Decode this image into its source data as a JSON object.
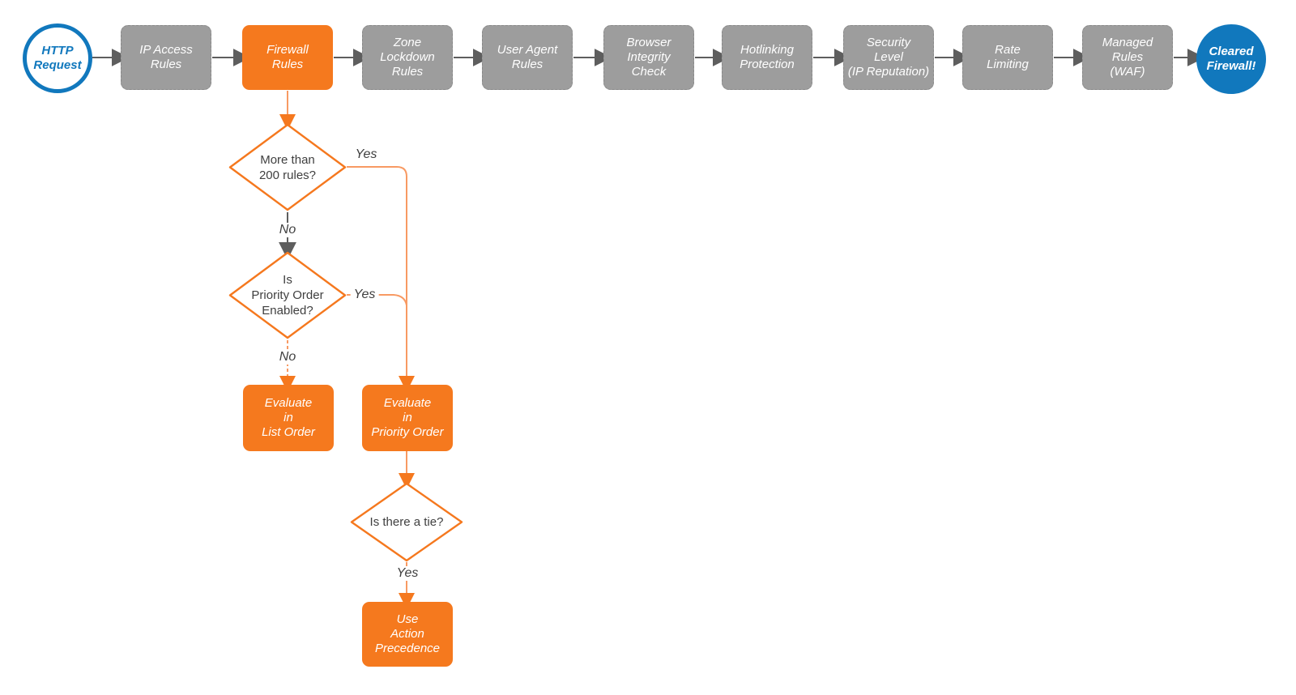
{
  "diagram": {
    "type": "flowchart",
    "colors": {
      "orange_fill": "#f5791e",
      "orange_connector": "#f89a63",
      "gray_fill": "#9d9d9d",
      "gray_connector": "#5e5e5e",
      "blue": "#1178bd",
      "diamond_text": "#3f3f3f",
      "node_text": "#ffffff"
    },
    "nodes": {
      "start": {
        "label": "HTTP\nRequest"
      },
      "ip_access": {
        "label": "IP Access\nRules"
      },
      "firewall": {
        "label": "Firewall\nRules"
      },
      "zone_lockdown": {
        "label": "Zone\nLockdown\nRules"
      },
      "user_agent": {
        "label": "User Agent\nRules"
      },
      "browser_integrity": {
        "label": "Browser\nIntegrity\nCheck"
      },
      "hotlinking": {
        "label": "Hotlinking\nProtection"
      },
      "security_level": {
        "label": "Security\nLevel\n(IP Reputation)"
      },
      "rate_limiting": {
        "label": "Rate\nLimiting"
      },
      "managed_rules": {
        "label": "Managed\nRules\n(WAF)"
      },
      "end": {
        "label": "Cleared\nFirewall!"
      },
      "decision_more_200": {
        "label": "More than\n200 rules?"
      },
      "decision_priority_enabled": {
        "label": "Is\nPriority Order\nEnabled?"
      },
      "decision_tie": {
        "label": "Is there a tie?"
      },
      "eval_list": {
        "label": "Evaluate\nin\nList Order"
      },
      "eval_priority": {
        "label": "Evaluate\nin\nPriority Order"
      },
      "use_action": {
        "label": "Use\nAction\nPrecedence"
      }
    },
    "edge_labels": {
      "d1_yes": "Yes",
      "d1_no": "No",
      "d2_yes": "Yes",
      "d2_no": "No",
      "d3_yes": "Yes"
    }
  }
}
